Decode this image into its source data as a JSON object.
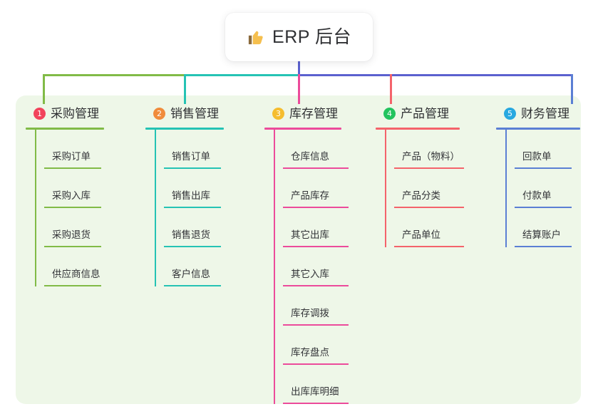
{
  "title": {
    "icon": "thumbs-up-icon",
    "text": "ERP 后台"
  },
  "colors": {
    "panel_bg": "#eef7e8",
    "page_bg": "#ffffff",
    "stem": "#5b61cf",
    "text": "#2f3033"
  },
  "columns": [
    {
      "number": "1",
      "title": "采购管理",
      "badge_color": "#f2435c",
      "line_color": "#81bb47",
      "items": [
        "采购订单",
        "采购入库",
        "采购退货",
        "供应商信息"
      ]
    },
    {
      "number": "2",
      "title": "销售管理",
      "badge_color": "#f08c3c",
      "line_color": "#25c3b4",
      "items": [
        "销售订单",
        "销售出库",
        "销售退货",
        "客户信息"
      ]
    },
    {
      "number": "3",
      "title": "库存管理",
      "badge_color": "#f5bd2e",
      "line_color": "#ec4b9b",
      "items": [
        "仓库信息",
        "产品库存",
        "其它出库",
        "其它入库",
        "库存调拨",
        "库存盘点",
        "出库库明细"
      ]
    },
    {
      "number": "4",
      "title": "产品管理",
      "badge_color": "#22c35e",
      "line_color": "#f4636b",
      "items": [
        "产品（物料）",
        "产品分类",
        "产品单位"
      ]
    },
    {
      "number": "5",
      "title": "财务管理",
      "badge_color": "#28a8e0",
      "line_color": "#5b7fd4",
      "items": [
        "回款单",
        "付款单",
        "结算账户"
      ]
    }
  ],
  "connectors": {
    "stem_color": "#5b61cf",
    "segments": [
      {
        "name": "seg-green",
        "color": "#81bb47"
      },
      {
        "name": "seg-teal",
        "color": "#25c3b4"
      },
      {
        "name": "seg-blue",
        "color": "#5b61cf"
      }
    ]
  }
}
